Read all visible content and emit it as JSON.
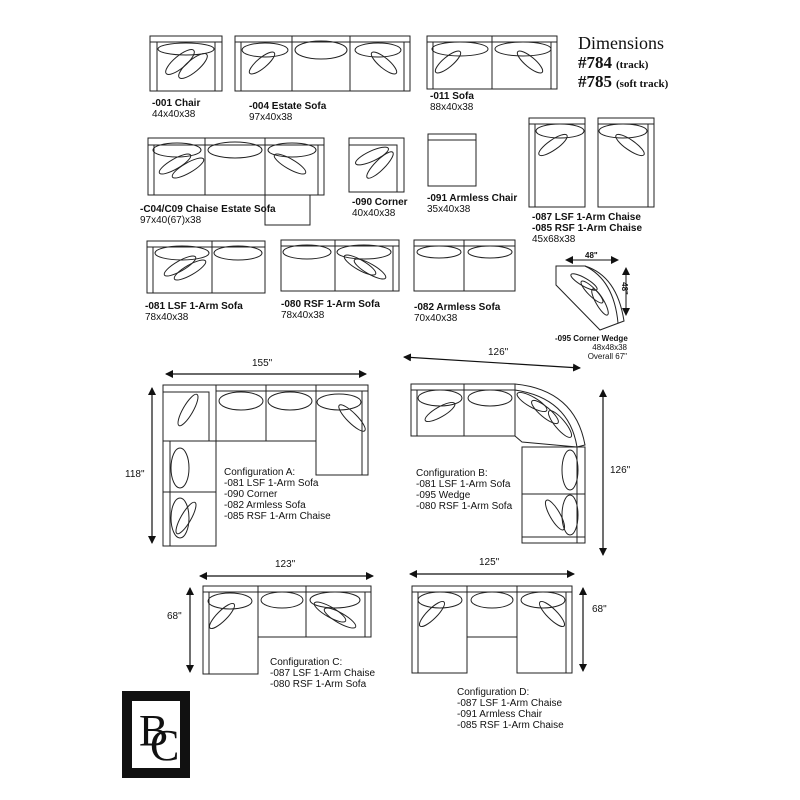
{
  "header": {
    "title": "Dimensions",
    "model_track_num": "#784",
    "model_track_note": "(track)",
    "model_soft_num": "#785",
    "model_soft_note": "(soft track)"
  },
  "pieces": [
    {
      "code": "-001 Chair",
      "dims": "44x40x38"
    },
    {
      "code": "-004 Estate Sofa",
      "dims": "97x40x38"
    },
    {
      "code": "-011 Sofa",
      "dims": "88x40x38"
    },
    {
      "code": "-C04/C09 Chaise Estate Sofa",
      "dims": "97x40(67)x38"
    },
    {
      "code": "-090 Corner",
      "dims": "40x40x38"
    },
    {
      "code": "-091 Armless Chair",
      "dims": "35x40x38"
    },
    {
      "code": "-087 LSF 1-Arm Chaise",
      "code2": "-085 RSF 1-Arm Chaise",
      "dims": "45x68x38"
    },
    {
      "code": "-081 LSF 1-Arm Sofa",
      "dims": "78x40x38"
    },
    {
      "code": "-080 RSF 1-Arm Sofa",
      "dims": "78x40x38"
    },
    {
      "code": "-082 Armless Sofa",
      "dims": "70x40x38"
    },
    {
      "code": "-095 Corner Wedge",
      "dims": "48x48x38",
      "overall": "Overall 67\""
    }
  ],
  "wedge_dims": {
    "top": "48\"",
    "side": "48\""
  },
  "configurations": [
    {
      "name": "Configuration A:",
      "items": [
        "-081 LSF 1-Arm Sofa",
        "-090 Corner",
        "-082 Armless Sofa",
        "-085 RSF 1-Arm Chaise"
      ],
      "width": "155\"",
      "depth": "118\""
    },
    {
      "name": "Configuration B:",
      "items": [
        "-081 LSF 1-Arm Sofa",
        "-095 Wedge",
        "-080 RSF 1-Arm Sofa"
      ],
      "width": "126\"",
      "depth": "126\""
    },
    {
      "name": "Configuration C:",
      "items": [
        "-087 LSF 1-Arm Chaise",
        "-080 RSF 1-Arm Sofa"
      ],
      "width": "123\"",
      "depth": "68\""
    },
    {
      "name": "Configuration D:",
      "items": [
        "-087 LSF 1-Arm Chaise",
        "-091 Armless Chair",
        "-085 RSF 1-Arm Chaise"
      ],
      "width": "125\"",
      "depth": "68\""
    }
  ],
  "logo": {
    "text": "BC"
  }
}
